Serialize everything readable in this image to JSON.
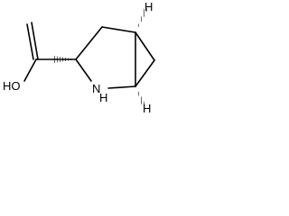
{
  "structure": {
    "kind": "chemical-structure",
    "atoms": {
      "oh": "HO",
      "amine": "N",
      "amine_h": "H",
      "stereo_h_top": "H",
      "stereo_h_bottom": "H"
    },
    "line_color": "#000000",
    "background_color": "#ffffff"
  }
}
